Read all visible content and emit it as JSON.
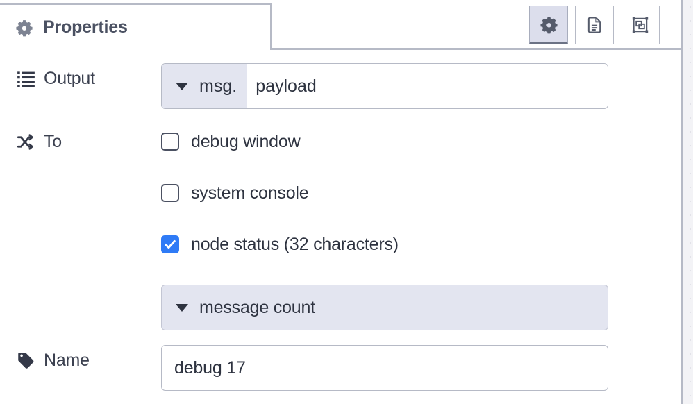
{
  "panel": {
    "tab": {
      "label": "Properties",
      "icon": "gear-icon"
    },
    "toolbar_buttons": [
      {
        "name": "properties-button",
        "icon": "gear-icon",
        "active": true
      },
      {
        "name": "description-button",
        "icon": "document-icon",
        "active": false
      },
      {
        "name": "appearance-button",
        "icon": "appearance-icon",
        "active": false
      }
    ]
  },
  "form": {
    "output": {
      "label": "Output",
      "icon": "list-icon",
      "type_prefix": "msg.",
      "value": "payload",
      "placeholder": ""
    },
    "to": {
      "label": "To",
      "icon": "shuffle-icon",
      "options": [
        {
          "label": "debug window",
          "checked": false
        },
        {
          "label": "system console",
          "checked": false
        },
        {
          "label": "node status (32 characters)",
          "checked": true
        }
      ],
      "status_select": {
        "value": "message count"
      }
    },
    "name": {
      "label": "Name",
      "icon": "tag-icon",
      "value": "debug 17",
      "placeholder": "Name"
    }
  },
  "colors": {
    "accent_blue": "#2f7bf6",
    "lavender": "#e3e5f0",
    "border": "#b6bac6",
    "text": "#2e3340",
    "tab_text": "#4b5162"
  }
}
